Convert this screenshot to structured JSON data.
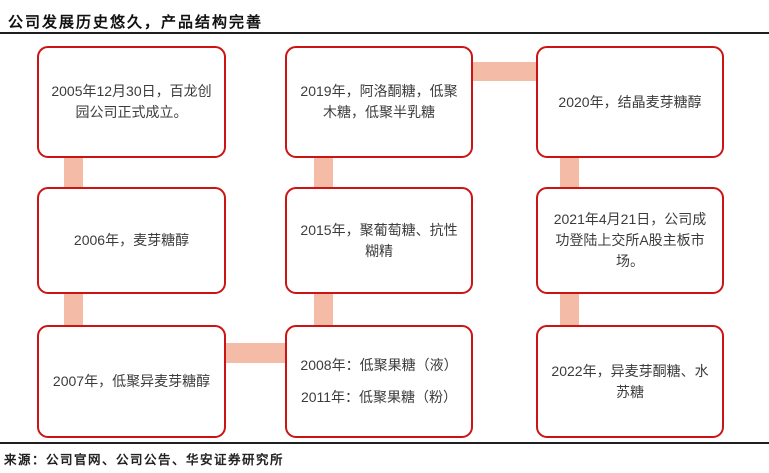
{
  "title": "公司发展历史悠久，产品结构完善",
  "source": "来源：公司官网、公司公告、华安证券研究所",
  "colors": {
    "box_border_red": "#cc1414",
    "connector_pink": "#f4bba6",
    "rule_black": "#1f1f1f",
    "box_text": "#3c3c3c"
  },
  "timeline": {
    "flow_order": [
      "2005",
      "2006",
      "2007",
      "2008/2011",
      "2015",
      "2019",
      "2020",
      "2021",
      "2022"
    ],
    "boxes": [
      {
        "year": "2005",
        "text": "2005年12月30日，百龙创园公司正式成立。",
        "grid": "col1-row1"
      },
      {
        "year": "2006",
        "text": "2006年，麦芽糖醇",
        "grid": "col1-row2"
      },
      {
        "year": "2007",
        "text": "2007年，低聚异麦芽糖醇",
        "grid": "col1-row3"
      },
      {
        "year": "2008/2011",
        "lines": [
          "2008年：低聚果糖（液）",
          "2011年：低聚果糖（粉）"
        ],
        "grid": "col2-row3"
      },
      {
        "year": "2015",
        "text": "2015年，聚葡萄糖、抗性糊精",
        "grid": "col2-row2"
      },
      {
        "year": "2019",
        "text": "2019年，阿洛酮糖，低聚木糖，低聚半乳糖",
        "grid": "col2-row1"
      },
      {
        "year": "2020",
        "text": "2020年，结晶麦芽糖醇",
        "grid": "col3-row1"
      },
      {
        "year": "2021",
        "text": "2021年4月21日，公司成功登陆上交所A股主板市场。",
        "grid": "col3-row2"
      },
      {
        "year": "2022",
        "text": "2022年，异麦芽酮糖、水苏糖",
        "grid": "col3-row3"
      }
    ]
  }
}
